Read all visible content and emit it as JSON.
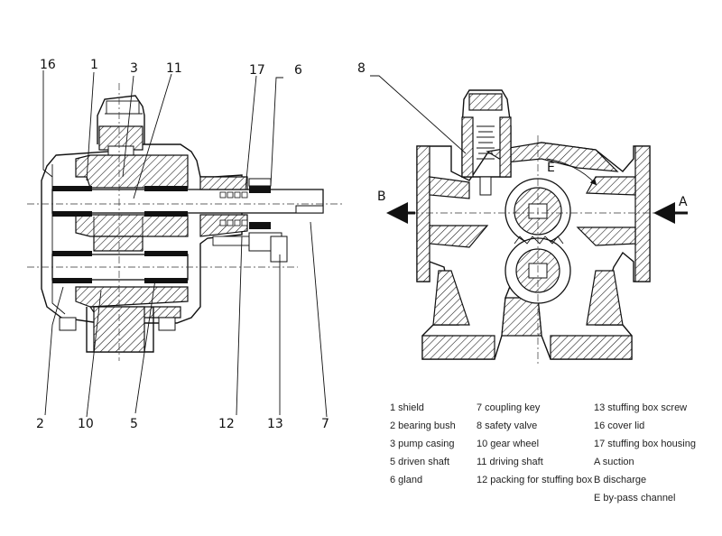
{
  "callouts": {
    "c16": "16",
    "c1": "1",
    "c3": "3",
    "c11": "11",
    "c17": "17",
    "c6": "6",
    "c8": "8",
    "c2": "2",
    "c10": "10",
    "c5": "5",
    "c12": "12",
    "c13": "13",
    "c7": "7",
    "cB": "B",
    "cA": "A",
    "cE": "E"
  },
  "legend": {
    "col1": [
      "1 shield",
      "2 bearing bush",
      "3 pump casing",
      "5 driven shaft",
      "6 gland"
    ],
    "col2": [
      "7 coupling key",
      "8 safety valve",
      "10 gear wheel",
      "11 driving shaft",
      "12 packing for stuffing box"
    ],
    "col3": [
      "13 stuffing box screw",
      "16 cover lid",
      "17 stuffing box housing",
      "A suction",
      "B discharge",
      "E by-pass channel"
    ]
  },
  "colors": {
    "ink": "#111111",
    "paper": "#ffffff"
  }
}
